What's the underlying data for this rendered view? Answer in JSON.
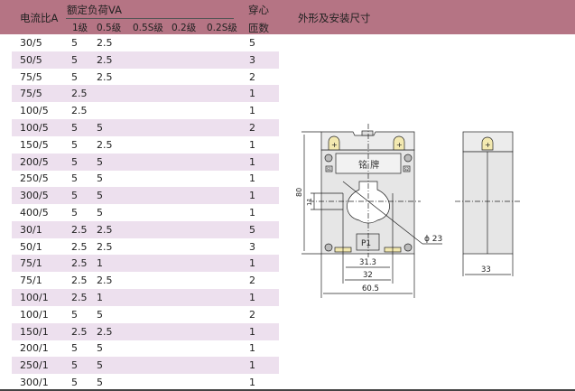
{
  "header": {
    "ratio": "电流比A",
    "load": "额定负荷VA",
    "classes": [
      "1级",
      "0.5级",
      "0.5S级",
      "0.2级",
      "0.2S级"
    ],
    "turns_1": "穿心",
    "turns_2": "匝数",
    "drawing_title": "外形及安装尺寸"
  },
  "rows": [
    [
      "30/5",
      "5",
      "2.5",
      "5"
    ],
    [
      "50/5",
      "5",
      "2.5",
      "3"
    ],
    [
      "75/5",
      "5",
      "2.5",
      "2"
    ],
    [
      "75/5",
      "2.5",
      "",
      "1"
    ],
    [
      "100/5",
      "2.5",
      "",
      "1"
    ],
    [
      "100/5",
      "5",
      "5",
      "2"
    ],
    [
      "150/5",
      "5",
      "2.5",
      "1"
    ],
    [
      "200/5",
      "5",
      "5",
      "1"
    ],
    [
      "250/5",
      "5",
      "5",
      "1"
    ],
    [
      "300/5",
      "5",
      "5",
      "1"
    ],
    [
      "400/5",
      "5",
      "5",
      "1"
    ],
    [
      "30/1",
      "2.5",
      "2.5",
      "5"
    ],
    [
      "50/1",
      "2.5",
      "2.5",
      "3"
    ],
    [
      "75/1",
      "2.5",
      "1",
      "1"
    ],
    [
      "75/1",
      "2.5",
      "2.5",
      "2"
    ],
    [
      "100/1",
      "2.5",
      "1",
      "1"
    ],
    [
      "100/1",
      "5",
      "5",
      "2"
    ],
    [
      "150/1",
      "2.5",
      "2.5",
      "1"
    ],
    [
      "200/1",
      "5",
      "5",
      "1"
    ],
    [
      "250/1",
      "5",
      "5",
      "1"
    ],
    [
      "300/1",
      "5",
      "5",
      "1"
    ]
  ],
  "drawing": {
    "nameplate": "铭 牌",
    "s1": "S1",
    "s2": "S2",
    "p1": "P1",
    "dim_height": "80",
    "dim_11": "11",
    "dim_dia": "ϕ 23",
    "dim_313": "31.3",
    "dim_32": "32",
    "dim_605": "60.5",
    "dim_33": "33"
  },
  "colors": {
    "header": "#b57484",
    "stripe": "#ede0ee"
  }
}
